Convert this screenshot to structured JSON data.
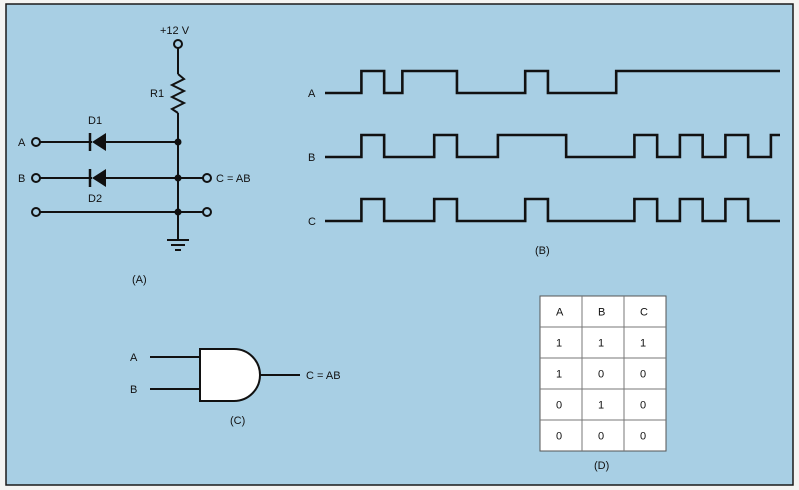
{
  "colors": {
    "panel": "#a8cfe4",
    "frame": "#1a1a1a",
    "ink": "#111111",
    "table_bg": "#ffffff",
    "gate_fill": "#ffffff"
  },
  "schematic": {
    "supply_label": "+12 V",
    "resistor_label": "R1",
    "diode1_label": "D1",
    "diode2_label": "D2",
    "input_a_label": "A",
    "input_b_label": "B",
    "output_label": "C = AB",
    "caption": "(A)"
  },
  "waveforms": {
    "caption": "(B)",
    "t_range": [
      0,
      100
    ],
    "signals": [
      {
        "name": "A",
        "high_intervals": [
          [
            8,
            13
          ],
          [
            17,
            29
          ],
          [
            44,
            49
          ],
          [
            64,
            100
          ]
        ]
      },
      {
        "name": "B",
        "high_intervals": [
          [
            8,
            13
          ],
          [
            24,
            29
          ],
          [
            38,
            53
          ],
          [
            68,
            73
          ],
          [
            78,
            83
          ],
          [
            88,
            93
          ],
          [
            98,
            103
          ]
        ]
      },
      {
        "name": "C",
        "high_intervals": [
          [
            8,
            13
          ],
          [
            24,
            29
          ],
          [
            44,
            49
          ],
          [
            68,
            73
          ],
          [
            78,
            83
          ],
          [
            88,
            93
          ]
        ]
      }
    ]
  },
  "gate": {
    "input_a_label": "A",
    "input_b_label": "B",
    "output_label": "C = AB",
    "caption": "(C)"
  },
  "truth_table": {
    "caption": "(D)",
    "headers": [
      "A",
      "B",
      "C"
    ],
    "rows": [
      [
        "1",
        "1",
        "1"
      ],
      [
        "1",
        "0",
        "0"
      ],
      [
        "0",
        "1",
        "0"
      ],
      [
        "0",
        "0",
        "0"
      ]
    ]
  }
}
